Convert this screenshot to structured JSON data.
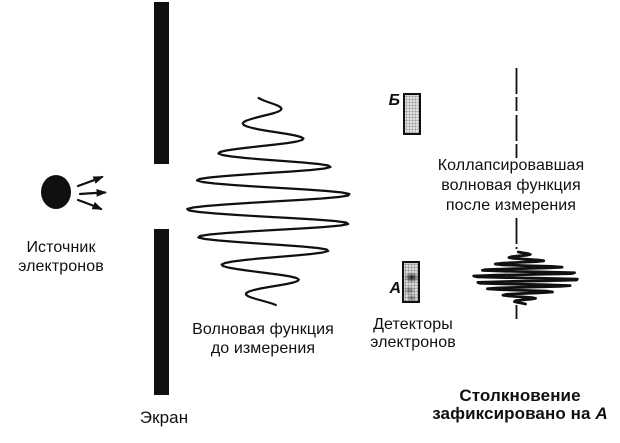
{
  "figure": {
    "title_semantic": "Wave function collapse diagram (double-slit with detectors)",
    "source": {
      "label": [
        "Источник",
        "электронов"
      ]
    },
    "screen": {
      "label": "Экран"
    },
    "wave_before": {
      "label": [
        "Волновая функция",
        "до измерения"
      ]
    },
    "detectors": {
      "label": [
        "Детекторы",
        "электронов"
      ],
      "top_letter": "Б",
      "bottom_letter": "А"
    },
    "wave_after": {
      "label": [
        "Коллапсировавшая",
        "волновая функция",
        "после измерения"
      ]
    },
    "caption": {
      "line1": "Столкновение",
      "line2_prefix": "зафиксировано на",
      "line2_emphasis": "А"
    }
  },
  "colors": {
    "ink": "#101010",
    "background": "#ffffff",
    "detector_fill": "#e2e2e2"
  }
}
